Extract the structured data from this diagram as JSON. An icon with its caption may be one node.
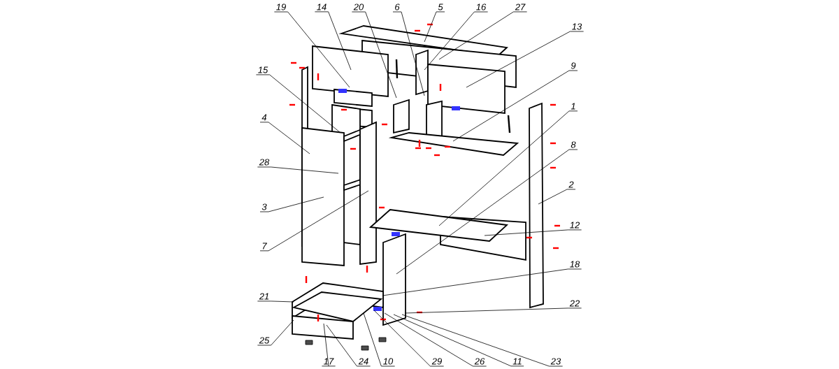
{
  "diagram": {
    "nodes": [
      {
        "text": [
          "19"
        ]
      },
      {
        "text": [
          "14"
        ]
      },
      {
        "text": [
          "20"
        ]
      },
      {
        "text": [
          "6"
        ]
      },
      {
        "text": [
          "5"
        ]
      },
      {
        "text": [
          "16"
        ]
      },
      {
        "text": [
          "27"
        ]
      },
      {
        "text": [
          "13"
        ]
      },
      {
        "text": [
          "9"
        ]
      },
      {
        "text": [
          "15"
        ]
      },
      {
        "text": [
          "1"
        ]
      },
      {
        "text": [
          "4"
        ]
      },
      {
        "text": [
          "8"
        ]
      },
      {
        "text": [
          "28"
        ]
      },
      {
        "text": [
          "2"
        ]
      },
      {
        "text": [
          "3"
        ]
      },
      {
        "text": [
          "12"
        ]
      },
      {
        "text": [
          "7"
        ]
      },
      {
        "text": [
          "18"
        ]
      },
      {
        "text": [
          "21"
        ]
      },
      {
        "text": [
          "22"
        ]
      },
      {
        "text": [
          "25"
        ]
      },
      {
        "text": [
          "17"
        ]
      },
      {
        "text": [
          "24"
        ]
      },
      {
        "text": [
          "10"
        ]
      },
      {
        "text": [
          "29"
        ]
      },
      {
        "text": [
          "26"
        ]
      },
      {
        "text": [
          "11"
        ]
      },
      {
        "text": [
          "23"
        ]
      }
    ],
    "edges": [
      {
        "from": 0,
        "to": null,
        "arrow": "none"
      },
      {
        "from": 1,
        "to": null,
        "arrow": "none"
      },
      {
        "from": 2,
        "to": null,
        "arrow": "none"
      },
      {
        "from": 3,
        "to": null,
        "arrow": "none"
      },
      {
        "from": 4,
        "to": null,
        "arrow": "none"
      },
      {
        "from": 5,
        "to": null,
        "arrow": "none"
      },
      {
        "from": 6,
        "to": null,
        "arrow": "none"
      },
      {
        "from": 7,
        "to": null,
        "arrow": "none"
      },
      {
        "from": 8,
        "to": null,
        "arrow": "none"
      },
      {
        "from": 9,
        "to": null,
        "arrow": "none"
      },
      {
        "from": 10,
        "to": null,
        "arrow": "none"
      },
      {
        "from": 11,
        "to": null,
        "arrow": "none"
      },
      {
        "from": 12,
        "to": null,
        "arrow": "none"
      },
      {
        "from": 13,
        "to": null,
        "arrow": "none"
      },
      {
        "from": 14,
        "to": null,
        "arrow": "none"
      },
      {
        "from": 15,
        "to": null,
        "arrow": "none"
      },
      {
        "from": 16,
        "to": null,
        "arrow": "none"
      },
      {
        "from": 17,
        "to": null,
        "arrow": "none"
      },
      {
        "from": 18,
        "to": null,
        "arrow": "none"
      },
      {
        "from": 19,
        "to": null,
        "arrow": "none"
      },
      {
        "from": 20,
        "to": null,
        "arrow": "none"
      },
      {
        "from": 21,
        "to": null,
        "arrow": "none"
      },
      {
        "from": 22,
        "to": null,
        "arrow": "none"
      },
      {
        "from": 23,
        "to": null,
        "arrow": "none"
      },
      {
        "from": 24,
        "to": null,
        "arrow": "none"
      },
      {
        "from": 25,
        "to": null,
        "arrow": "none"
      },
      {
        "from": 26,
        "to": null,
        "arrow": "none"
      },
      {
        "from": 27,
        "to": null,
        "arrow": "none"
      },
      {
        "from": 28,
        "to": null,
        "arrow": "none"
      }
    ]
  }
}
